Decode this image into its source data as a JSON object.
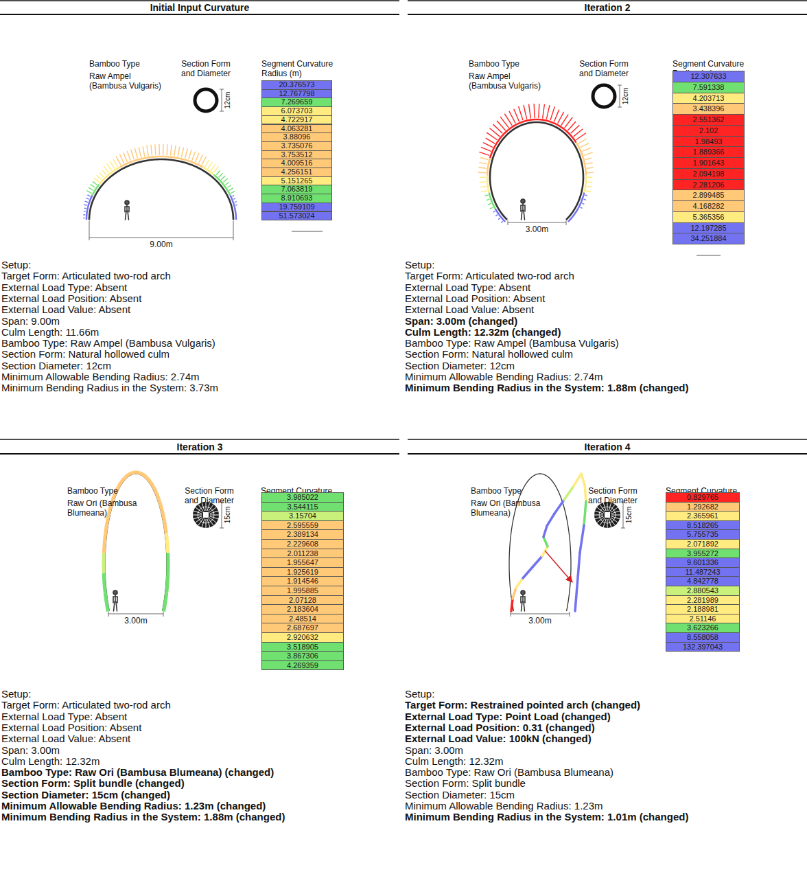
{
  "diagram": {
    "nodes": [
      {
        "text": [
          "Initial Input Curvature"
        ]
      },
      {
        "text": [
          "Iteration 2"
        ]
      },
      {
        "text": [
          "Iteration 3"
        ]
      },
      {
        "text": [
          "Iteration 4"
        ]
      }
    ],
    "labels": [
      "Bamboo Type",
      "Raw Ampel (Bambusa Vulgaris)",
      "Section Form and Diameter",
      "12cm",
      "Segment Curvature Radius (m)",
      "20.376573",
      "12.767798",
      "7.269659",
      "6.073703",
      "4.722917",
      "4.063281",
      "3.88096",
      "3.735076",
      "3.753512",
      "4.009516",
      "4.256151",
      "5.151265",
      "7.063819",
      "8.910693",
      "19.759109",
      "51.573024",
      "9.00m",
      "Setup:",
      "Target Form: Articulated two-rod arch",
      "External Load Type: Absent",
      "External Load Position: Absent",
      "External Load Value: Absent",
      "Span: 9.00m",
      "Culm Length: 11.66m",
      "Bamboo Type: Raw Ampel (Bambusa Vulgaris)",
      "Section Form: Natural hollowed culm",
      "Section Diameter: 12cm",
      "Minimum Allowable Bending Radius: 2.74m",
      "Minimum Bending Radius in the System: 3.73m",
      "Bamboo Type",
      "Raw Ampel (Bambusa Vulgaris)",
      "Section Form and Diameter",
      "12cm",
      "Segment Curvature Radius (m)",
      "12.307633",
      "7.591338",
      "4.203713",
      "3.438396",
      "2.551362",
      "2.102",
      "1.98493",
      "1.889366",
      "1.901643",
      "2.094198",
      "2.281206",
      "2.899485",
      "4.168282",
      "5.365356",
      "12.197285",
      "34.251884",
      "3.00m",
      "Setup:",
      "Target Form: Articulated two-rod arch",
      "External Load Type: Absent",
      "External Load Position: Absent",
      "External Load Value: Absent",
      "Span: 3.00m (changed)",
      "Culm Length: 12.32m (changed)",
      "Bamboo Type: Raw Ampel (Bambusa Vulgaris)",
      "Section Form: Natural hollowed culm",
      "Section Diameter: 12cm",
      "Minimum Allowable Bending Radius: 2.74m",
      "Minimum Bending Radius in the System: 1.88m (changed)",
      "Bamboo Type",
      "Raw Ori (Bambusa Blumeana)",
      "Section Form and Diameter",
      "15cm",
      "Segment Curvature Radius (m)",
      "3.985022",
      "3.544115",
      "3.15704",
      "2.595559",
      "2.389134",
      "2.229608",
      "2.011238",
      "1.955647",
      "1.925619",
      "1.914546",
      "1.995885",
      "2.07128",
      "2.183604",
      "2.48514",
      "2.687697",
      "2.920632",
      "3.518905",
      "3.867306",
      "4.269359",
      "3.00m",
      "Setup:",
      "Target Form: Articulated two-rod arch",
      "External Load Type: Absent",
      "External Load Position: Absent",
      "External Load Value: Absent",
      "Span: 3.00m",
      "Culm Length: 12.32m",
      "Bamboo Type: Raw Ori (Bambusa Blumeana) (changed)",
      "Section Form: Split bundle (changed)",
      "Section Diameter: 15cm (changed)",
      "Minimum Allowable Bending Radius: 1.23m (changed)",
      "Minimum Bending Radius in the System: 1.88m (changed)",
      "Bamboo Type",
      "Raw Ori (Bambusa Blumeana)",
      "Section Form and Diameter",
      "15cm",
      "Segment Curvature Radius (m)",
      "0.829765",
      "1.292682",
      "2.365961",
      "8.518265",
      "5.755735",
      "2.071892",
      "3.955272",
      "9.601336",
      "11.487243",
      "4.842778",
      "2.880543",
      "2.281989",
      "2.188981",
      "2.51146",
      "3.623266",
      "8.558058",
      "132.397043",
      "3.00m",
      "Setup:",
      "Target Form: Restrained pointed arch (changed)",
      "External Load Type: Point Load (changed)",
      "External Load Position: 0.31 (changed)",
      "External Load Value: 100kN (changed)",
      "Span: 3.00m",
      "Culm Length: 12.32m",
      "Bamboo Type: Raw Ori (Bambusa Blumeana)",
      "Section Form: Split bundle",
      "Section Diameter: 15cm",
      "Minimum Allowable Bending Radius: 1.23m",
      "Minimum Bending Radius in the System: 1.01m (changed)"
    ]
  }
}
